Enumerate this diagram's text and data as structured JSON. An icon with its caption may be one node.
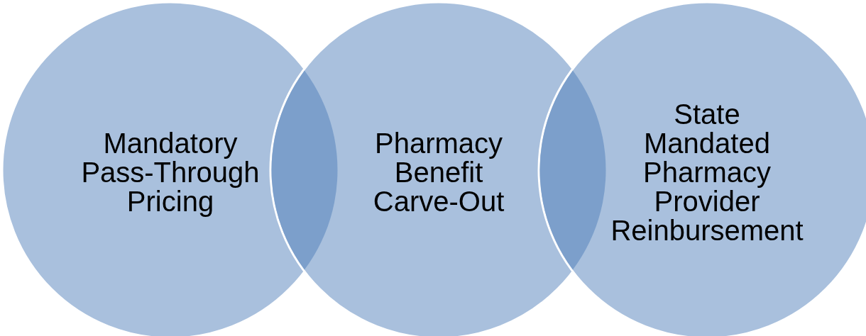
{
  "diagram": {
    "nodes": [
      {
        "text": [
          "Mandatory Pass-Through Pricing"
        ]
      },
      {
        "text": [
          "Pharmacy Benefit Carve-Out"
        ]
      },
      {
        "text": [
          "State Mandated Pharmacy Provider Reinbursement"
        ]
      }
    ],
    "edges": []
  }
}
